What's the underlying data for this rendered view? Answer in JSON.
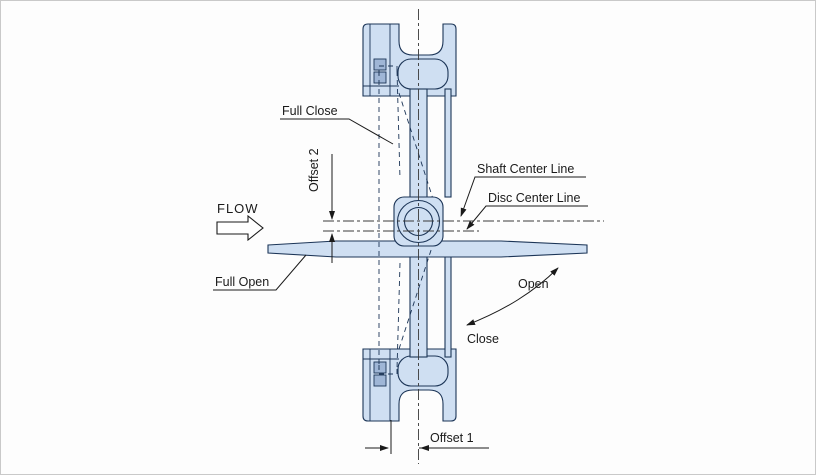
{
  "diagram": {
    "type": "technical-diagram",
    "subject": "double-offset-butterfly-valve-cross-section",
    "labels": {
      "full_close": "Full Close",
      "offset_2": "Offset 2",
      "shaft_center_line": "Shaft Center Line",
      "disc_center_line": "Disc Center Line",
      "flow": "FLOW",
      "full_open": "Full Open",
      "open": "Open",
      "close": "Close",
      "offset_1": "Offset 1"
    },
    "colors": {
      "body_fill": "#cfdff2",
      "outline": "#1c3557",
      "centerline": "#3a3a3a",
      "annotation": "#1a1a1a",
      "background": "#fdfdfd",
      "border": "#c9c9c9"
    }
  }
}
